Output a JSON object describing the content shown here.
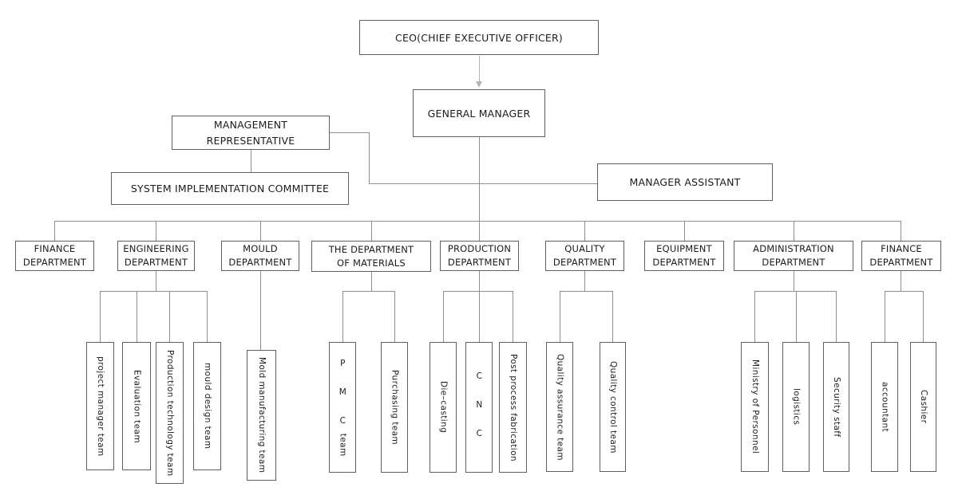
{
  "colors": {
    "background": "#ffffff",
    "box_border": "#5f5f5f",
    "connector": "#8f8f8f",
    "arrow": "#b5b5b5",
    "text": "#1c1c1c"
  },
  "chart": {
    "top": {
      "ceo": "CEO(CHIEF EXECUTIVE OFFICER)",
      "general_manager": "GENERAL MANAGER",
      "management_representative": "MANAGEMENT\nREPRESENTATIVE",
      "system_implementation_committee": "SYSTEM IMPLEMENTATION COMMITTEE",
      "manager_assistant": "MANAGER ASSISTANT"
    },
    "departments": [
      {
        "id": "finance-1",
        "label": "FINANCE\nDEPARTMENT",
        "teams": []
      },
      {
        "id": "engineering",
        "label": "ENGINEERING\nDEPARTMENT",
        "teams": [
          {
            "upright": "",
            "label": "project manager team"
          },
          {
            "upright": "",
            "label": "Evaluation team"
          },
          {
            "upright": "",
            "label": "Production technology team"
          },
          {
            "upright": "",
            "label": "mould design team"
          }
        ]
      },
      {
        "id": "mould",
        "label": "MOULD\nDEPARTMENT",
        "teams": [
          {
            "upright": "",
            "label": "Mold manufacturing team"
          }
        ]
      },
      {
        "id": "materials",
        "label": "THE DEPARTMENT\nOF MATERIALS",
        "teams": [
          {
            "upright": "P M C",
            "label": " team"
          },
          {
            "upright": "",
            "label": "Purchasing team"
          }
        ]
      },
      {
        "id": "production",
        "label": "PRODUCTION\nDEPARTMENT",
        "teams": [
          {
            "upright": "",
            "label": "Die–casting"
          },
          {
            "upright": "C N C",
            "label": ""
          },
          {
            "upright": "",
            "label": "Post process fabrication"
          }
        ]
      },
      {
        "id": "quality",
        "label": "QUALITY\nDEPARTMENT",
        "teams": [
          {
            "upright": "",
            "label": "Quality assurance team"
          },
          {
            "upright": "",
            "label": "Quality control team"
          }
        ]
      },
      {
        "id": "equipment",
        "label": "EQUIPMENT\nDEPARTMENT",
        "teams": []
      },
      {
        "id": "administration",
        "label": "ADMINISTRATION\nDEPARTMENT",
        "teams": [
          {
            "upright": "",
            "label": "Ministry of Personnel"
          },
          {
            "upright": "",
            "label": "logistics"
          },
          {
            "upright": "",
            "label": "Security staff"
          }
        ]
      },
      {
        "id": "finance-2",
        "label": "FINANCE\nDEPARTMENT",
        "teams": [
          {
            "upright": "",
            "label": "accountant"
          },
          {
            "upright": "",
            "label": "Cashier"
          }
        ]
      }
    ]
  }
}
